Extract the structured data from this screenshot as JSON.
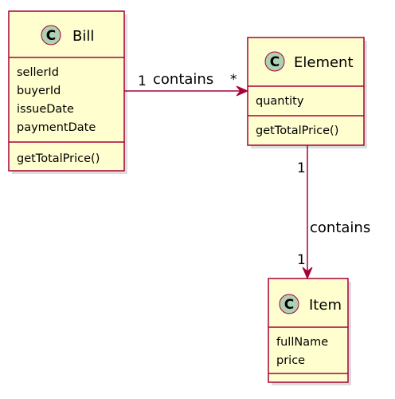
{
  "colors": {
    "class_fill": "#FEFECE",
    "border": "#A80036",
    "stereotype_circle": "#ADD1B2"
  },
  "classes": {
    "bill": {
      "stereotype": "C",
      "name": "Bill",
      "attributes": [
        "sellerId",
        "buyerId",
        "issueDate",
        "paymentDate"
      ],
      "methods": [
        "getTotalPrice()"
      ]
    },
    "element": {
      "stereotype": "C",
      "name": "Element",
      "attributes": [
        "quantity"
      ],
      "methods": [
        "getTotalPrice()"
      ]
    },
    "item": {
      "stereotype": "C",
      "name": "Item",
      "attributes": [
        "fullName",
        "price"
      ],
      "methods": []
    }
  },
  "relations": {
    "bill_element": {
      "label": "contains",
      "source_multiplicity": "1",
      "target_multiplicity": "*"
    },
    "element_item": {
      "label": "contains",
      "source_multiplicity": "1",
      "target_multiplicity": "1"
    }
  }
}
